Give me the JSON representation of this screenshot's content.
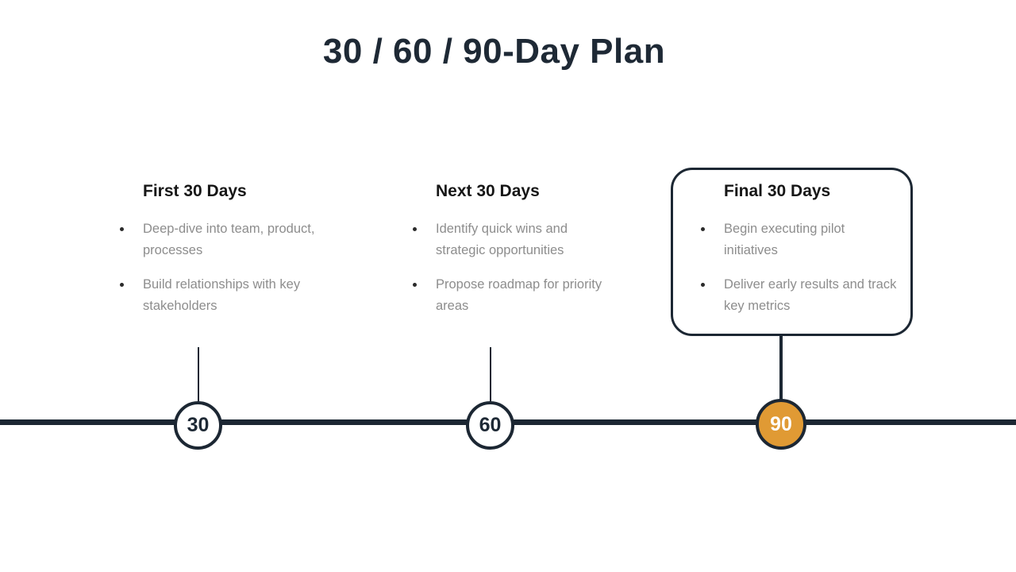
{
  "slide": {
    "title": "30 / 60 / 90-Day Plan",
    "background": "#ffffff"
  },
  "colors": {
    "title": "#1e2935",
    "heading": "#161616",
    "body": "#8d8d8d",
    "line": "#1c2733",
    "accent": "#e09a34",
    "accent_text": "#ffffff"
  },
  "columns": [
    {
      "heading": "First 30 Days",
      "bullets": [
        "Deep-dive into team, product, processes",
        "Build relationships with key stakeholders"
      ],
      "highlighted": false
    },
    {
      "heading": "Next 30 Days",
      "bullets": [
        "Identify quick wins and strategic opportunities",
        "Propose roadmap for priority areas"
      ],
      "highlighted": false
    },
    {
      "heading": "Final 30 Days",
      "bullets": [
        "Begin executing pilot initiatives",
        "Deliver early results and track key metrics"
      ],
      "highlighted": true
    }
  ],
  "timeline": {
    "milestones": [
      {
        "label": "30",
        "active": false
      },
      {
        "label": "60",
        "active": false
      },
      {
        "label": "90",
        "active": true
      }
    ]
  }
}
